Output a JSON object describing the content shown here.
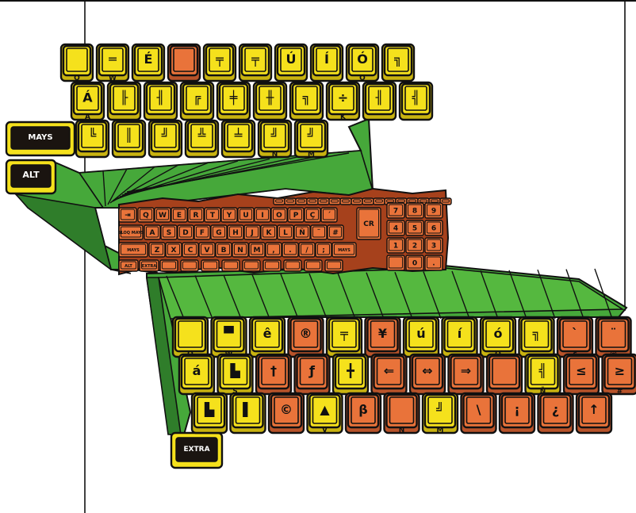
{
  "colors": {
    "key_yellow": "#f5e11c",
    "key_orange": "#e9733a",
    "key_yellow_dark": "#c9b310",
    "key_orange_dark": "#b8532a",
    "ribbon_green": "#46a83a",
    "ribbon_green_dark": "#2f7d2a",
    "modifier_black": "#1a1410",
    "outline": "#111111"
  },
  "labels": {
    "mays": "MAYS",
    "alt": "ALT",
    "extra": "EXTRA",
    "cr": "CR"
  },
  "alt_layer": {
    "row1": [
      {
        "sym": "",
        "sub": "Q",
        "c": "y"
      },
      {
        "sym": "═",
        "sub": "W",
        "c": "y"
      },
      {
        "sym": "É",
        "sub": "",
        "c": "y"
      },
      {
        "sym": "",
        "sub": "",
        "c": "o"
      },
      {
        "sym": "╤",
        "sub": "",
        "c": "y"
      },
      {
        "sym": "╤",
        "sub": "",
        "c": "y"
      },
      {
        "sym": "Ú",
        "sub": "",
        "c": "y"
      },
      {
        "sym": "Í",
        "sub": "",
        "c": "y"
      },
      {
        "sym": "Ó",
        "sub": "O",
        "c": "y"
      },
      {
        "sym": "╗",
        "sub": "",
        "c": "y"
      }
    ],
    "row2": [
      {
        "sym": "Á",
        "sub": "A",
        "c": "y"
      },
      {
        "sym": "╟",
        "sub": "",
        "c": "y"
      },
      {
        "sym": "╢",
        "sub": "",
        "c": "y"
      },
      {
        "sym": "╔",
        "sub": "",
        "c": "y"
      },
      {
        "sym": "╪",
        "sub": "",
        "c": "y"
      },
      {
        "sym": "╫",
        "sub": "",
        "c": "y"
      },
      {
        "sym": "╗",
        "sub": "",
        "c": "y"
      },
      {
        "sym": "÷",
        "sub": "K",
        "c": "y"
      },
      {
        "sym": "╢",
        "sub": "",
        "c": "y"
      },
      {
        "sym": "╣",
        "sub": "",
        "c": "y"
      }
    ],
    "row3": [
      {
        "sym": "╚",
        "sub": "",
        "c": "y"
      },
      {
        "sym": "║",
        "sub": "",
        "c": "y"
      },
      {
        "sym": "╝",
        "sub": "",
        "c": "y"
      },
      {
        "sym": "╩",
        "sub": "",
        "c": "y"
      },
      {
        "sym": "╧",
        "sub": "",
        "c": "y"
      },
      {
        "sym": "╝",
        "sub": "N",
        "c": "y"
      },
      {
        "sym": "╝",
        "sub": "M",
        "c": "y"
      }
    ]
  },
  "main_keyboard": {
    "row0": [
      "",
      "",
      "",
      "",
      "",
      "",
      "",
      "",
      "",
      "",
      "",
      "",
      "",
      "",
      "",
      ""
    ],
    "row1": [
      "⇥",
      "Q",
      "W",
      "E",
      "R",
      "T",
      "Y",
      "U",
      "I",
      "O",
      "P",
      "Ç",
      "´"
    ],
    "row2": [
      "BLOQ MAYS",
      "A",
      "S",
      "D",
      "F",
      "G",
      "H",
      "J",
      "K",
      "L",
      "Ñ",
      "¨",
      "#"
    ],
    "row3": [
      "MAYS",
      "Z",
      "X",
      "C",
      "V",
      "B",
      "N",
      "M",
      ",",
      ".",
      "/",
      ";",
      "MAYS"
    ],
    "row4": [
      "ALT",
      "EXTRA",
      "",
      "",
      "",
      "",
      "",
      "",
      "",
      "",
      ""
    ],
    "numpad": [
      [
        "7",
        "8",
        "9"
      ],
      [
        "4",
        "5",
        "6"
      ],
      [
        "1",
        "2",
        "3"
      ],
      [
        "",
        "0",
        "."
      ]
    ]
  },
  "extra_layer": {
    "row1": [
      {
        "sym": "",
        "sub": "Q",
        "c": "y"
      },
      {
        "sym": "▀",
        "sub": "W",
        "c": "y"
      },
      {
        "sym": "ê",
        "sub": "",
        "c": "y"
      },
      {
        "sym": "®",
        "sub": "",
        "c": "o"
      },
      {
        "sym": "╤",
        "sub": "",
        "c": "y"
      },
      {
        "sym": "¥",
        "sub": "",
        "c": "o"
      },
      {
        "sym": "ú",
        "sub": "",
        "c": "y"
      },
      {
        "sym": "í",
        "sub": "",
        "c": "y"
      },
      {
        "sym": "ó",
        "sub": "O",
        "c": "y"
      },
      {
        "sym": "╗",
        "sub": "",
        "c": "y"
      },
      {
        "sym": "`",
        "sub": "ç",
        "c": "o"
      },
      {
        "sym": "¨",
        "sub": "@",
        "c": "o"
      }
    ],
    "row2": [
      {
        "sym": "á",
        "sub": "",
        "c": "y"
      },
      {
        "sym": "▙",
        "sub": "S",
        "c": "y"
      },
      {
        "sym": "†",
        "sub": "",
        "c": "o"
      },
      {
        "sym": "ƒ",
        "sub": "",
        "c": "o"
      },
      {
        "sym": "╋",
        "sub": "",
        "c": "y"
      },
      {
        "sym": "⇐",
        "sub": "",
        "c": "o"
      },
      {
        "sym": "⇔",
        "sub": "",
        "c": "o"
      },
      {
        "sym": "⇒",
        "sub": "",
        "c": "o"
      },
      {
        "sym": "",
        "sub": "",
        "c": "o"
      },
      {
        "sym": "╣",
        "sub": "Ñ",
        "c": "y"
      },
      {
        "sym": "≤",
        "sub": "",
        "c": "o"
      },
      {
        "sym": "≥",
        "sub": "#",
        "c": "o"
      }
    ],
    "row3": [
      {
        "sym": "▙",
        "sub": "",
        "c": "y"
      },
      {
        "sym": "▌",
        "sub": "",
        "c": "y"
      },
      {
        "sym": "©",
        "sub": "",
        "c": "o"
      },
      {
        "sym": "▲",
        "sub": "V",
        "c": "y"
      },
      {
        "sym": "β",
        "sub": "",
        "c": "o"
      },
      {
        "sym": "",
        "sub": "N",
        "c": "o"
      },
      {
        "sym": "╝",
        "sub": "M",
        "c": "y"
      },
      {
        "sym": "\\",
        "sub": "",
        "c": "o"
      },
      {
        "sym": "¡",
        "sub": "",
        "c": "o"
      },
      {
        "sym": "¿",
        "sub": "",
        "c": "o"
      },
      {
        "sym": "↑",
        "sub": "",
        "c": "o"
      }
    ]
  }
}
